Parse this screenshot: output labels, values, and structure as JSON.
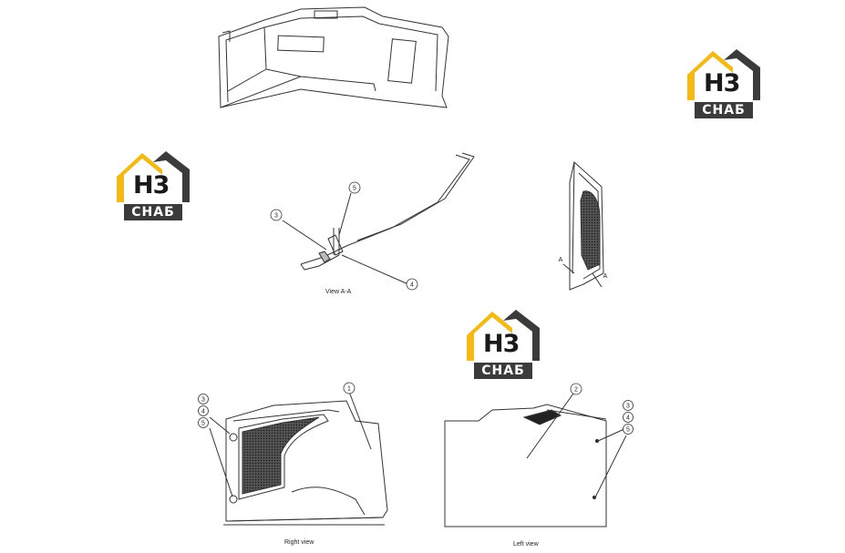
{
  "logos": [
    {
      "id": "logo-top-right",
      "mark": "H3",
      "sub": "СНАБ"
    },
    {
      "id": "logo-left",
      "mark": "H3",
      "sub": "СНАБ"
    },
    {
      "id": "logo-center",
      "mark": "H3",
      "sub": "СНАБ"
    }
  ],
  "colors": {
    "logo_yellow": "#f5b914",
    "logo_dark": "#3b3b3b",
    "line": "#333333"
  },
  "captions": {
    "view_aa": "View A-A",
    "right_view": "Right view",
    "left_view": "Left view"
  },
  "callouts": {
    "aa_3": "3",
    "aa_4": "4",
    "aa_5": "5",
    "detail_a1": "A",
    "detail_a2": "A",
    "rv_1": "1",
    "rv_3": "3",
    "rv_4": "4",
    "rv_5": "5",
    "lv_2": "2",
    "lv_3": "3",
    "lv_4": "4",
    "lv_5": "5"
  }
}
